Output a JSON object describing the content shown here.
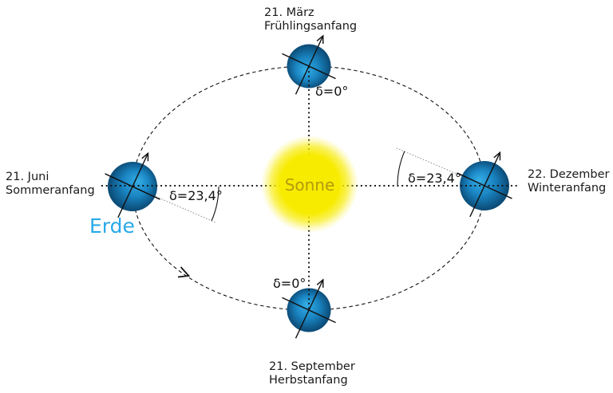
{
  "sun": {
    "label": "Sonne"
  },
  "earth": {
    "label": "Erde"
  },
  "seasons": {
    "march": {
      "date": "21. März",
      "name": "Frühlingsanfang",
      "declination": "δ=0°"
    },
    "june": {
      "date": "21. Juni",
      "name": "Sommeranfang",
      "declination": "δ=23,4°"
    },
    "september": {
      "date": "21. September",
      "name": "Herbstanfang",
      "declination": "δ=0°"
    },
    "december": {
      "date": "22. Dezember",
      "name": "Winteranfang",
      "declination": "δ=23,4°"
    }
  },
  "colors": {
    "earth_light": "#35aee6",
    "earth_mid": "#1a85c2",
    "earth_dark": "#07395f",
    "sun_core": "#f7eb00",
    "sun_label": "#b59a0b",
    "earth_label_text": "#29a9e8",
    "line": "#111111",
    "faint_line": "#8f8f8f"
  }
}
